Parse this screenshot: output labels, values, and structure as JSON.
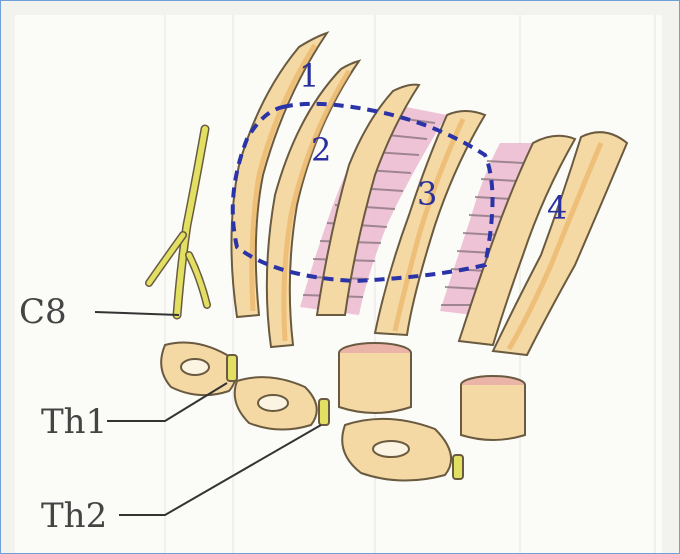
{
  "illustration": {
    "rib_numbers": [
      "1",
      "2",
      "3",
      "4"
    ],
    "nerve_labels": {
      "c8": "C8",
      "th1": "Th1",
      "th2": "Th2"
    }
  },
  "colors": {
    "frame_border": "#6f9fd8",
    "bone_fill": "#f5d9a4",
    "bone_shade": "#e9b365",
    "nerve_yellow": "#e2e062",
    "muscle_pink": "#e5a8c6",
    "dashed_outline": "#2a33a8"
  },
  "icons": {
    "nerve_root": "nerve-root-icon",
    "vertebra": "vertebra-icon"
  }
}
